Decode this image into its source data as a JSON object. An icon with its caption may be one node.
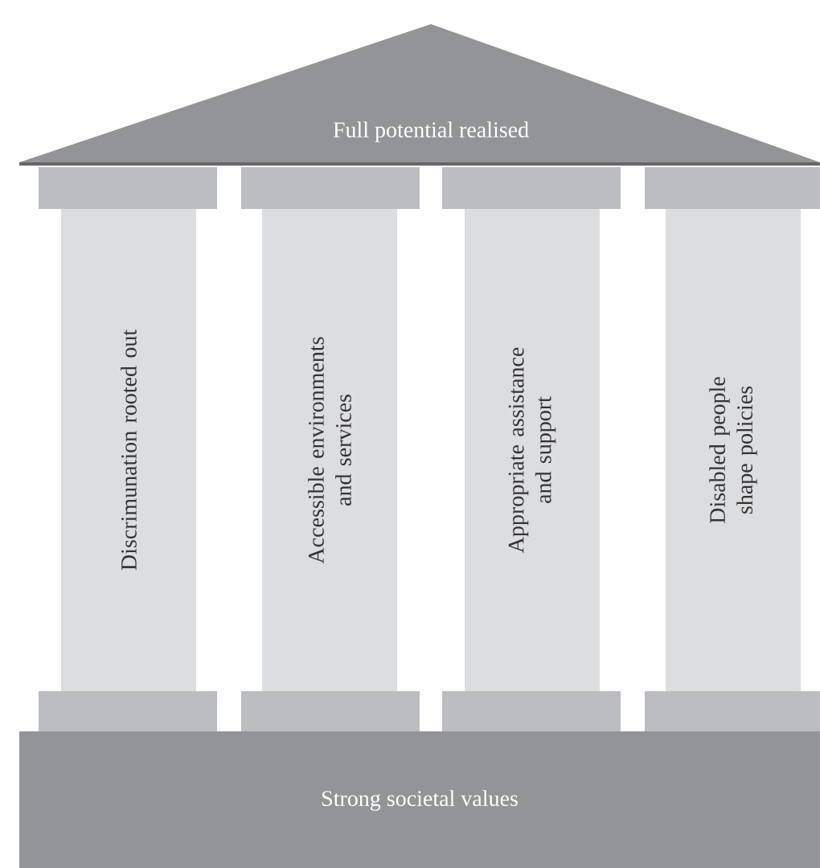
{
  "diagram": {
    "nodes": [
      {
        "text": [
          "Full potential realised"
        ]
      },
      {
        "text": [
          "Discrimunation rooted out"
        ]
      },
      {
        "text": [
          "Accessible environments and services"
        ]
      },
      {
        "text": [
          "Appropriate assistance and support"
        ]
      },
      {
        "text": [
          "Disabled people shape policies"
        ]
      },
      {
        "text": [
          "Strong societal values"
        ]
      }
    ]
  }
}
